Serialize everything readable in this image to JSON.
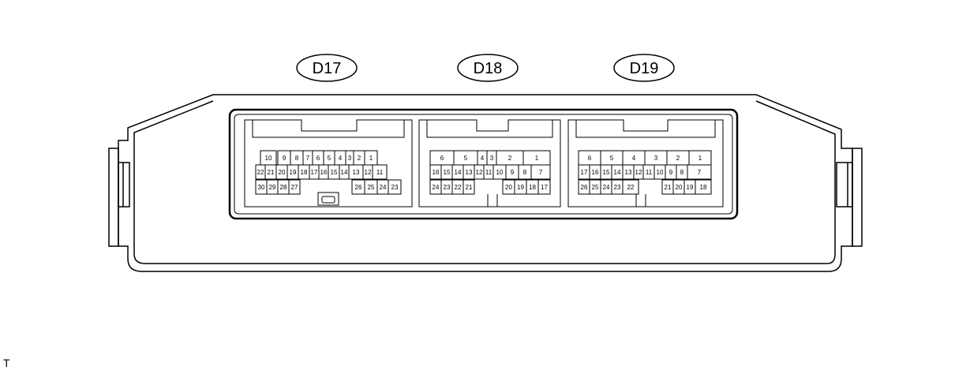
{
  "connectors": [
    {
      "label": "D17",
      "rows": [
        [
          {
            "t": "10"
          },
          {
            "t": "9"
          },
          {
            "t": "8"
          },
          {
            "t": "7"
          },
          {
            "t": "6"
          },
          {
            "t": "5"
          },
          {
            "t": "4"
          },
          {
            "t": "3"
          },
          {
            "t": "2"
          },
          {
            "t": "1"
          }
        ],
        [
          {
            "t": "22"
          },
          {
            "t": "21"
          },
          {
            "t": "20"
          },
          {
            "t": "19"
          },
          {
            "t": "18"
          },
          {
            "t": "17"
          },
          {
            "t": "16"
          },
          {
            "t": "15"
          },
          {
            "t": "14"
          },
          {
            "t": "13"
          },
          {
            "t": "12"
          },
          {
            "t": "11"
          }
        ],
        [
          {
            "t": "30"
          },
          {
            "t": "29"
          },
          {
            "t": "28"
          },
          {
            "t": "27"
          },
          {
            "t": "26"
          },
          {
            "t": "25"
          },
          {
            "t": "24"
          },
          {
            "t": "23"
          }
        ]
      ]
    },
    {
      "label": "D18",
      "rows": [
        [
          {
            "t": "6"
          },
          {
            "t": "5"
          },
          {
            "t": "4"
          },
          {
            "t": "3"
          },
          {
            "t": "2"
          },
          {
            "t": "1"
          }
        ],
        [
          {
            "t": "16"
          },
          {
            "t": "15"
          },
          {
            "t": "14"
          },
          {
            "t": "13"
          },
          {
            "t": "12"
          },
          {
            "t": "11"
          },
          {
            "t": "10"
          },
          {
            "t": "9"
          },
          {
            "t": "8"
          },
          {
            "t": "7"
          }
        ],
        [
          {
            "t": "24"
          },
          {
            "t": "23"
          },
          {
            "t": "22"
          },
          {
            "t": "21"
          },
          {
            "t": "20"
          },
          {
            "t": "19"
          },
          {
            "t": "18"
          },
          {
            "t": "17"
          }
        ]
      ]
    },
    {
      "label": "D19",
      "rows": [
        [
          {
            "t": "6"
          },
          {
            "t": "5"
          },
          {
            "t": "4"
          },
          {
            "t": "3"
          },
          {
            "t": "2"
          },
          {
            "t": "1"
          }
        ],
        [
          {
            "t": "17"
          },
          {
            "t": "16"
          },
          {
            "t": "15"
          },
          {
            "t": "14"
          },
          {
            "t": "13"
          },
          {
            "t": "12"
          },
          {
            "t": "11"
          },
          {
            "t": "10"
          },
          {
            "t": "9"
          },
          {
            "t": "8"
          },
          {
            "t": "7"
          }
        ],
        [
          {
            "t": "26"
          },
          {
            "t": "25"
          },
          {
            "t": "24"
          },
          {
            "t": "23"
          },
          {
            "t": "22"
          },
          {
            "t": "21"
          },
          {
            "t": "20"
          },
          {
            "t": "19"
          },
          {
            "t": "18"
          }
        ]
      ]
    }
  ],
  "corner_mark": "T"
}
